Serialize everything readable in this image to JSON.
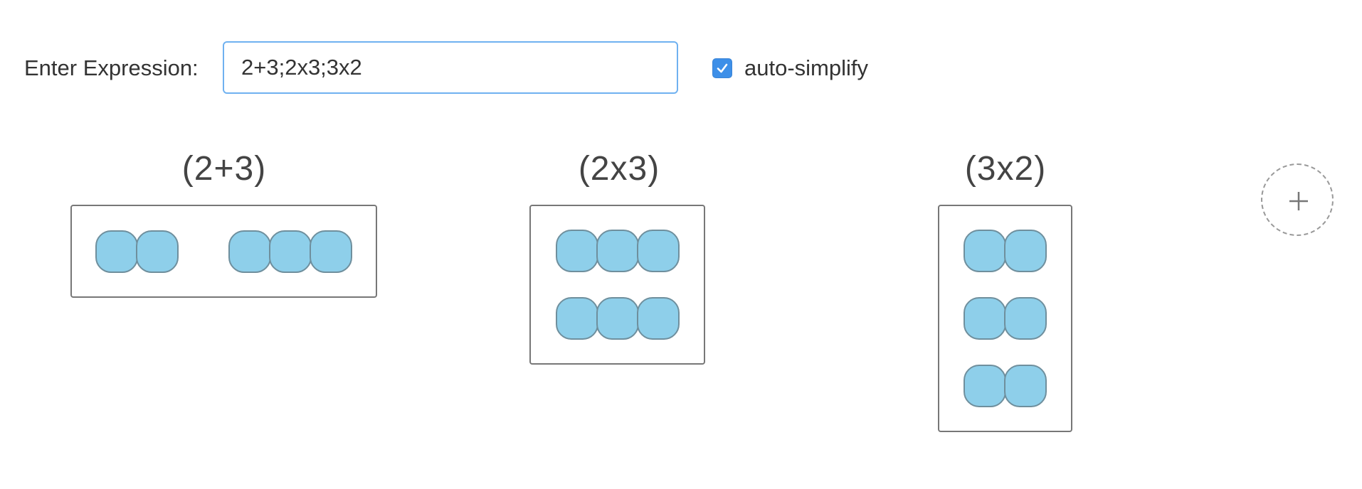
{
  "toolbar": {
    "expression_label": "Enter Expression:",
    "expression_value": "2+3;2x3;3x2",
    "auto_simplify_label": "auto-simplify",
    "auto_simplify_checked": true
  },
  "panels": [
    {
      "title": "(2+3)",
      "groups": [
        2,
        3
      ],
      "layout": "groups"
    },
    {
      "title": "(2x3)",
      "rows": 2,
      "cols": 3,
      "layout": "grid"
    },
    {
      "title": "(3x2)",
      "rows": 3,
      "cols": 2,
      "layout": "grid"
    }
  ],
  "add_button": {
    "icon": "plus-icon"
  },
  "colors": {
    "dot_fill": "#8ecfea",
    "dot_border": "#6f8f9d",
    "input_border": "#6fb1f0",
    "checkbox_fill": "#3d8fe8"
  }
}
